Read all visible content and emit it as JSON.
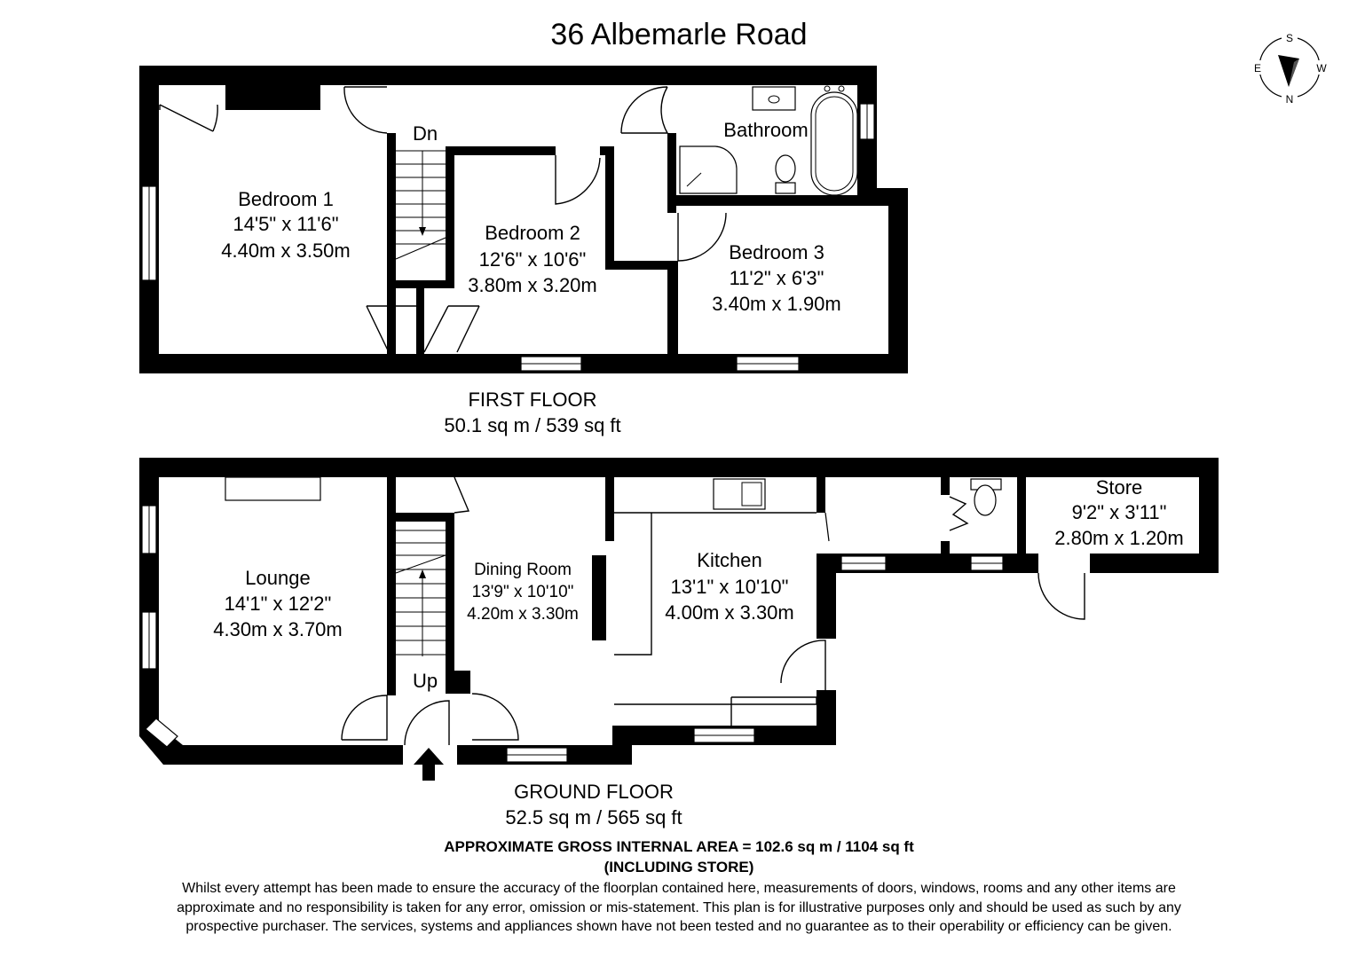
{
  "title": "36 Albemarle Road",
  "compass": {
    "s": "S",
    "e": "E",
    "w": "W",
    "n": "N",
    "icon": "compass-icon"
  },
  "first_floor": {
    "label": "FIRST FLOOR",
    "area": "50.1 sq m / 539 sq ft",
    "stairs_label": "Dn",
    "rooms": [
      {
        "name": "Bedroom 1",
        "imperial": "14'5\" x 11'6\"",
        "metric": "4.40m x 3.50m"
      },
      {
        "name": "Bedroom 2",
        "imperial": "12'6\" x 10'6\"",
        "metric": "3.80m x 3.20m"
      },
      {
        "name": "Bedroom 3",
        "imperial": "11'2\" x 6'3\"",
        "metric": "3.40m x 1.90m"
      },
      {
        "name": "Bathroom"
      }
    ]
  },
  "ground_floor": {
    "label": "GROUND FLOOR",
    "area": "52.5 sq m / 565 sq ft",
    "stairs_label": "Up",
    "rooms": [
      {
        "name": "Lounge",
        "imperial": "14'1\" x 12'2\"",
        "metric": "4.30m x 3.70m"
      },
      {
        "name": "Dining Room",
        "imperial": "13'9\" x 10'10\"",
        "metric": "4.20m x 3.30m"
      },
      {
        "name": "Kitchen",
        "imperial": "13'1\" x 10'10\"",
        "metric": "4.00m x 3.30m"
      },
      {
        "name": "Store",
        "imperial": "9'2\" x 3'11\"",
        "metric": "2.80m x 1.20m"
      }
    ]
  },
  "total_area": {
    "line1": "APPROXIMATE GROSS INTERNAL AREA = 102.6 sq m / 1104 sq ft",
    "line2": "(INCLUDING STORE)"
  },
  "disclaimer": [
    "Whilst every attempt has been made to ensure the accuracy of the floorplan contained here, measurements of doors, windows, rooms and any other items are",
    "approximate and no responsibility is taken for any error, omission or mis-statement. This plan is for illustrative purposes only and should be used as such by any",
    "prospective purchaser. The services, systems and appliances shown have not been tested and no guarantee as to their operability or efficiency can be given."
  ]
}
